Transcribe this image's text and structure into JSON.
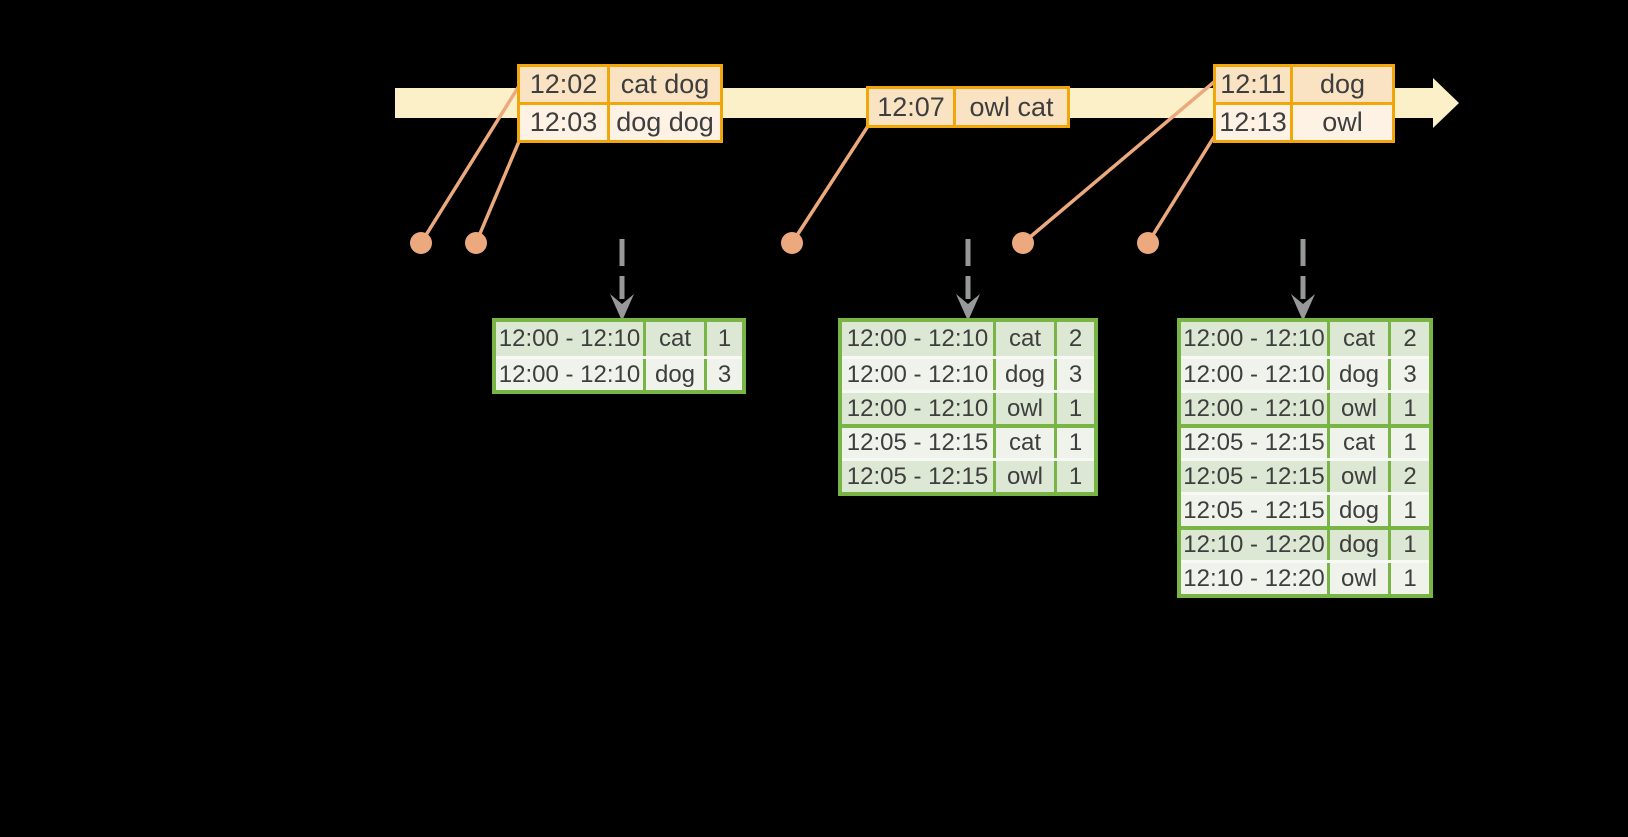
{
  "colors": {
    "background": "#000000",
    "timeline_fill": "#FBF0C8",
    "event_table_border": "#F1A60A",
    "event_row_fill_dark": "#FAE3C3",
    "event_row_fill_light": "#FDF2E4",
    "connector_and_dot": "#EDA97E",
    "trigger_arrow_gray": "#97989A",
    "result_table_border": "#78B545",
    "result_row_fill_dark": "#DDE8D4",
    "result_row_fill_light": "#EFF3EB",
    "text": "#3E3E3E"
  },
  "icons": {
    "timeline_arrowhead": "right-pointing solid triangle at end of pale yellow time axis",
    "event_dot": "small salmon filled circle marking event time on axis",
    "event_connector_line": "salmon line linking event record to its dot",
    "trigger_arrow": "gray dashed vertical arrow pointing down to a result table"
  },
  "timeline": {
    "event_tables": [
      {
        "rows": [
          [
            "12:02",
            "cat dog"
          ],
          [
            "12:03",
            "dog dog"
          ]
        ]
      },
      {
        "rows": [
          [
            "12:07",
            "owl cat"
          ]
        ]
      },
      {
        "rows": [
          [
            "12:11",
            "dog"
          ],
          [
            "12:13",
            "owl"
          ]
        ]
      }
    ]
  },
  "result_tables": [
    {
      "rows": [
        [
          "12:00 - 12:10",
          "cat",
          "1"
        ],
        [
          "12:00 - 12:10",
          "dog",
          "3"
        ]
      ]
    },
    {
      "rows": [
        [
          "12:00 - 12:10",
          "cat",
          "2"
        ],
        [
          "12:00 - 12:10",
          "dog",
          "3"
        ],
        [
          "12:00 - 12:10",
          "owl",
          "1"
        ],
        [
          "12:05 - 12:15",
          "cat",
          "1"
        ],
        [
          "12:05 - 12:15",
          "owl",
          "1"
        ]
      ]
    },
    {
      "rows": [
        [
          "12:00 - 12:10",
          "cat",
          "2"
        ],
        [
          "12:00 - 12:10",
          "dog",
          "3"
        ],
        [
          "12:00 - 12:10",
          "owl",
          "1"
        ],
        [
          "12:05 - 12:15",
          "cat",
          "1"
        ],
        [
          "12:05 - 12:15",
          "owl",
          "2"
        ],
        [
          "12:05 - 12:15",
          "dog",
          "1"
        ],
        [
          "12:10 - 12:20",
          "dog",
          "1"
        ],
        [
          "12:10 - 12:20",
          "owl",
          "1"
        ]
      ]
    }
  ]
}
